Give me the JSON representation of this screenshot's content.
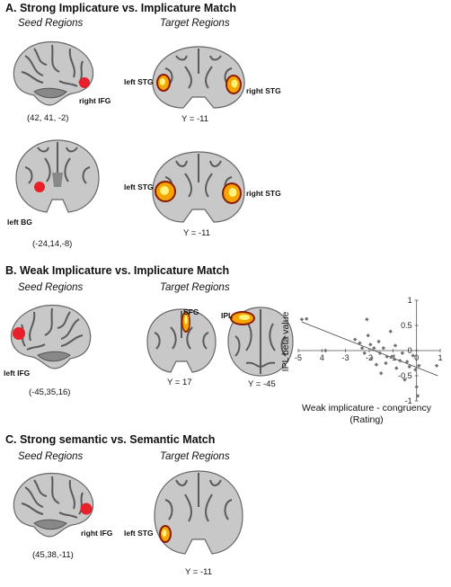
{
  "sections": [
    {
      "title": "A.  Strong Implicature vs. Implicature Match",
      "seed_label": "Seed Regions",
      "target_label": "Target Regions",
      "rows": [
        {
          "seed_region": "right IFG",
          "seed_coord": "(42, 41, -2)",
          "target_left": "left STG",
          "target_right": "right STG",
          "target_y": "Y = -11"
        },
        {
          "seed_region": "left BG",
          "seed_coord": "(-24,14,-8)",
          "target_left": "left STG",
          "target_right": "right STG",
          "target_y": "Y = -11"
        }
      ]
    },
    {
      "title": "B.  Weak Implicature vs. Implicature Match",
      "seed_label": "Seed Regions",
      "target_label": "Target Regions",
      "seed_region": "left IFG",
      "seed_coord": "(-45,35,16)",
      "target1_label": "SFG",
      "target1_y": "Y = 17",
      "target2_label": "IPL",
      "target2_y": "Y = -45"
    },
    {
      "title": "C.  Strong semantic vs. Semantic Match",
      "seed_label": "Seed Regions",
      "target_label": "Target Regions",
      "seed_region": "right IFG",
      "seed_coord": "(45,38,-11)",
      "target_left": "left STG",
      "target_y": "Y = -11"
    }
  ],
  "colors": {
    "activation": "#f5a400",
    "activation_core": "#fff27a",
    "activation_edge": "#8a1a00",
    "seed": "#e8202a",
    "brain_dark": "#5a5a5a",
    "brain_light": "#c8c8c8",
    "point": "#707070"
  },
  "chart_data": {
    "type": "scatter",
    "xlabel": "Weak implicature - congruency\n(Rating)",
    "ylabel": "IPL beta value",
    "xlim": [
      -5,
      1
    ],
    "ylim": [
      -1,
      1
    ],
    "xticks": [
      -5,
      -4,
      -3,
      -2,
      -1,
      0,
      1
    ],
    "yticks": [
      1,
      0.5,
      0,
      -0.5,
      -1
    ],
    "xtick_labels": [
      "-5",
      "4",
      "-3",
      "-2",
      "-1",
      "0",
      "1"
    ],
    "ytick_labels": [
      "1",
      "0.5",
      "0",
      "-0.5",
      "-1"
    ],
    "points": [
      {
        "x": -4.85,
        "y": 0.62
      },
      {
        "x": -4.65,
        "y": 0.63
      },
      {
        "x": -3.85,
        "y": 0.0
      },
      {
        "x": -2.6,
        "y": 0.22
      },
      {
        "x": -2.4,
        "y": 0.15
      },
      {
        "x": -2.3,
        "y": 0.05
      },
      {
        "x": -2.2,
        "y": -0.05
      },
      {
        "x": -2.1,
        "y": 0.62
      },
      {
        "x": -2.05,
        "y": 0.3
      },
      {
        "x": -1.95,
        "y": 0.12
      },
      {
        "x": -1.9,
        "y": -0.15
      },
      {
        "x": -1.8,
        "y": 0.05
      },
      {
        "x": -1.7,
        "y": -0.28
      },
      {
        "x": -1.6,
        "y": 0.18
      },
      {
        "x": -1.55,
        "y": -0.05
      },
      {
        "x": -1.5,
        "y": -0.45
      },
      {
        "x": -1.4,
        "y": 0.05
      },
      {
        "x": -1.3,
        "y": -0.25
      },
      {
        "x": -1.25,
        "y": -0.12
      },
      {
        "x": -1.1,
        "y": 0.38
      },
      {
        "x": -1.05,
        "y": -0.12
      },
      {
        "x": -0.9,
        "y": 0.1
      },
      {
        "x": -0.85,
        "y": -0.35
      },
      {
        "x": -0.7,
        "y": -0.2
      },
      {
        "x": -0.6,
        "y": -0.05
      },
      {
        "x": -0.5,
        "y": -0.58
      },
      {
        "x": -0.4,
        "y": -0.22
      },
      {
        "x": -0.3,
        "y": -0.32
      },
      {
        "x": -0.15,
        "y": -0.1
      },
      {
        "x": -0.05,
        "y": -0.38
      },
      {
        "x": 0.0,
        "y": -0.72
      },
      {
        "x": 0.05,
        "y": -0.9
      },
      {
        "x": 0.1,
        "y": -0.3
      },
      {
        "x": 0.85,
        "y": -0.3
      }
    ],
    "fit_line": {
      "x": [
        -4.85,
        0.9
      ],
      "y": [
        0.57,
        -0.5
      ]
    },
    "grid": false,
    "legend": "none"
  }
}
